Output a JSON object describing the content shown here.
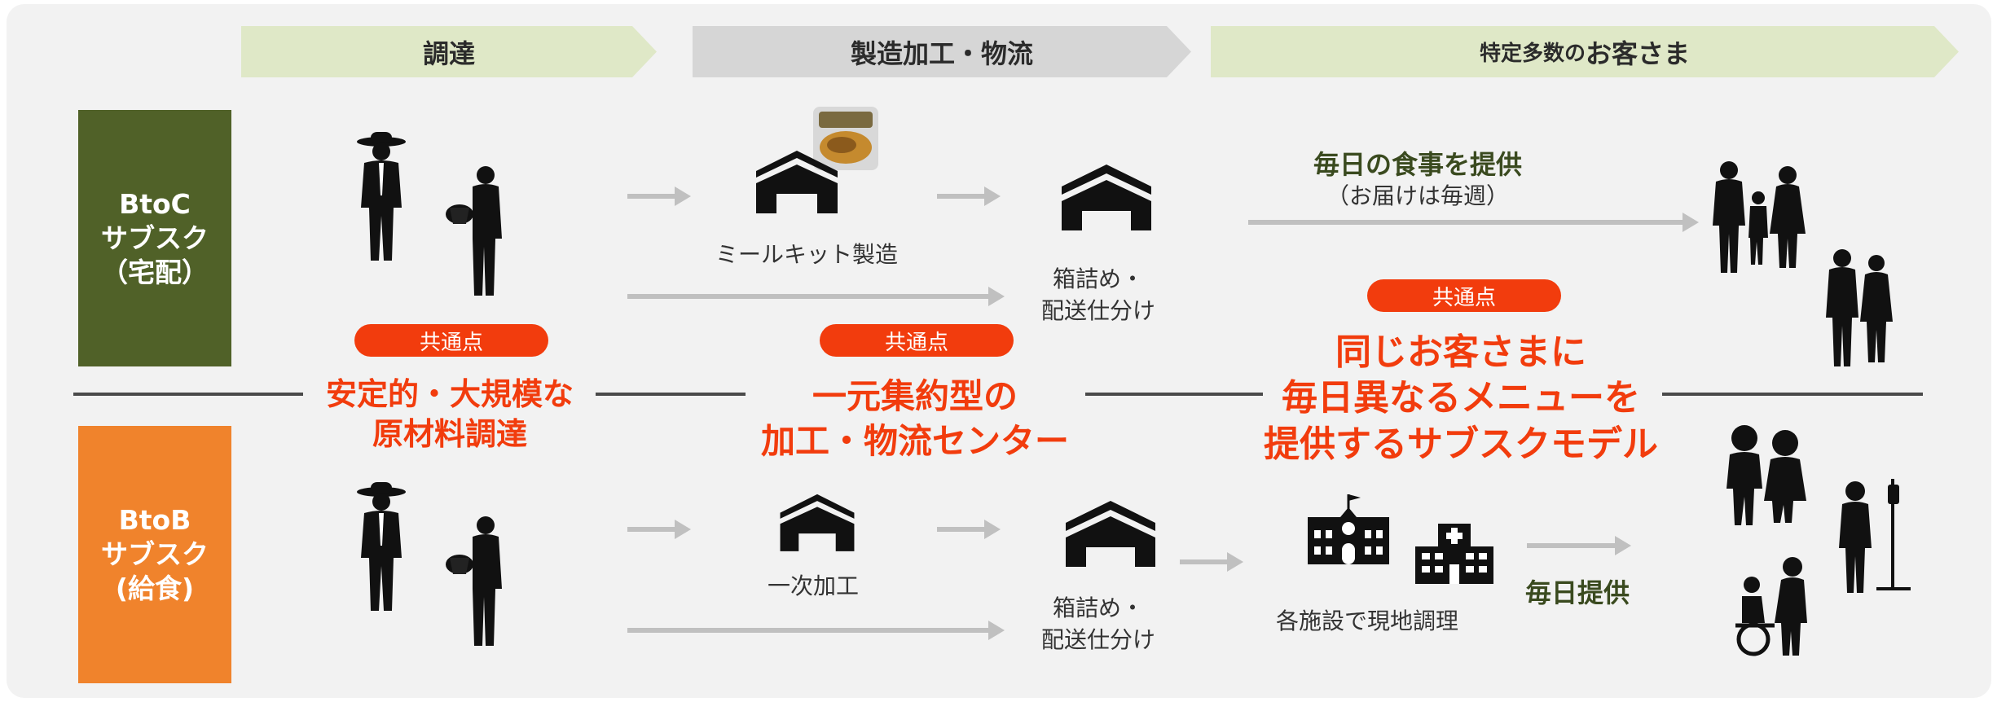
{
  "headers": {
    "procurement": "調達",
    "manufacturing": "製造加工・物流",
    "customers_prefix": "特定多数の",
    "customers_main": "お客さま"
  },
  "rows": {
    "btoc": [
      "BtoC",
      "サブスク",
      "（宅配）"
    ],
    "btob": [
      "BtoB",
      "サブスク",
      "(給食)"
    ]
  },
  "pills": {
    "common1": "共通点",
    "common2": "共通点",
    "common3": "共通点"
  },
  "headlines": {
    "procurement": [
      "安定的・大規模な",
      "原材料調達"
    ],
    "center": [
      "一元集約型の",
      "加工・物流センター"
    ],
    "model": [
      "同じお客さまに",
      "毎日異なるメニューを",
      "提供するサブスクモデル"
    ]
  },
  "labels": {
    "mealkit": "ミールキット製造",
    "pack_btoc": [
      "箱詰め・",
      "配送仕分け"
    ],
    "daily_meal": "毎日の食事を提供",
    "delivery_weekly": "（お届けは毎週）",
    "primary_processing": "一次加工",
    "pack_btob": [
      "箱詰め・",
      "配送仕分け"
    ],
    "onsite_cooking": "各施設で現地調理",
    "daily_provision": "毎日提供"
  },
  "icons": {
    "farmer": "farmer-icon",
    "farmer_basket": "farmer-with-basket-icon",
    "factory": "factory-icon",
    "warehouse": "warehouse-icon",
    "mealkit_product": "mealkit-package-icon",
    "family": "family-icon",
    "couple": "couple-icon",
    "school": "school-icon",
    "hospital": "hospital-icon",
    "children": "children-icon",
    "patient": "patient-iv-icon",
    "wheelchair": "wheelchair-icon"
  },
  "colors": {
    "olive": "#506128",
    "orange": "#f0832c",
    "red": "#f23c0d",
    "chevron_green": "#dfe8c7",
    "chevron_gray": "#d6d6d6"
  }
}
